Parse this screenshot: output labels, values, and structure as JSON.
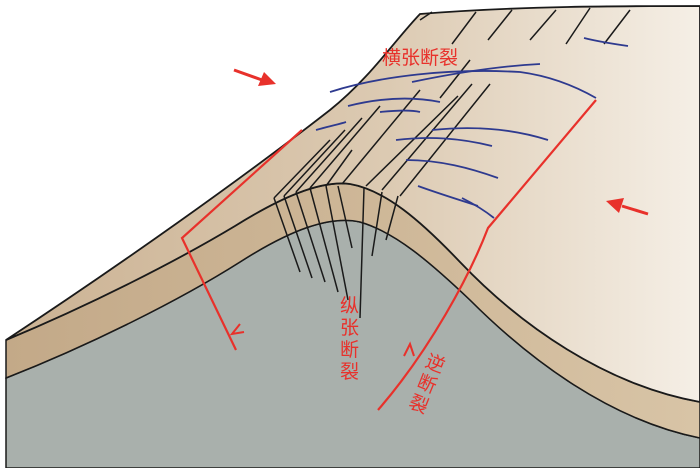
{
  "labels": {
    "transverse_fault": "横张断裂",
    "longitudinal_fault": "纵张断裂",
    "reverse_fault": "逆断裂"
  },
  "colors": {
    "top_surface": "#dcc8ad",
    "top_surface_light": "#f3ece2",
    "upper_layer": "#c9b08f",
    "lower_layer": "#a8afab",
    "outline": "#1a1a1a",
    "tension_crack": "#1a1a1a",
    "transverse_crack": "#2e3a8f",
    "fault_and_arrows": "#e8312b"
  },
  "icons": {
    "compression_arrow_left": "red-arrow-right",
    "compression_arrow_right": "red-arrow-left",
    "displacement_arrow_left": "half-arrow-down",
    "displacement_arrow_right": "half-arrow-up"
  }
}
